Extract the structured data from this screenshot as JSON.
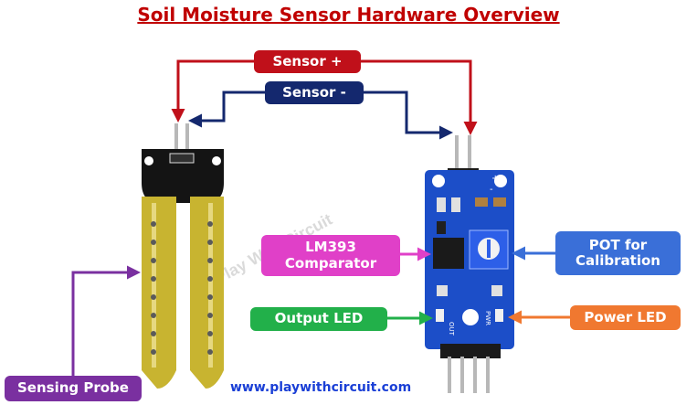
{
  "title": "Soil Moisture Sensor Hardware Overview",
  "labels": {
    "sensor_plus": "Sensor +",
    "sensor_minus": "Sensor -",
    "lm393_line1": "LM393",
    "lm393_line2": "Comparator",
    "pot_line1": "POT for",
    "pot_line2": "Calibration",
    "output_led": "Output LED",
    "power_led": "Power LED",
    "sensing_probe": "Sensing Probe"
  },
  "website": "www.playwithcircuit.com",
  "watermark": "Play With Circuit",
  "board_marks": {
    "plus": "+",
    "minus": "-",
    "out": "OUT",
    "pwr": "PWR"
  },
  "colors": {
    "title": "#c00000",
    "sensor_plus": "#c0101a",
    "sensor_minus": "#14286e",
    "lm393": "#e040c8",
    "pot": "#3a6fd8",
    "output_led": "#22b04a",
    "power_led": "#f07830",
    "sensing_probe": "#7a30a0",
    "website": "#1a3fd6"
  }
}
